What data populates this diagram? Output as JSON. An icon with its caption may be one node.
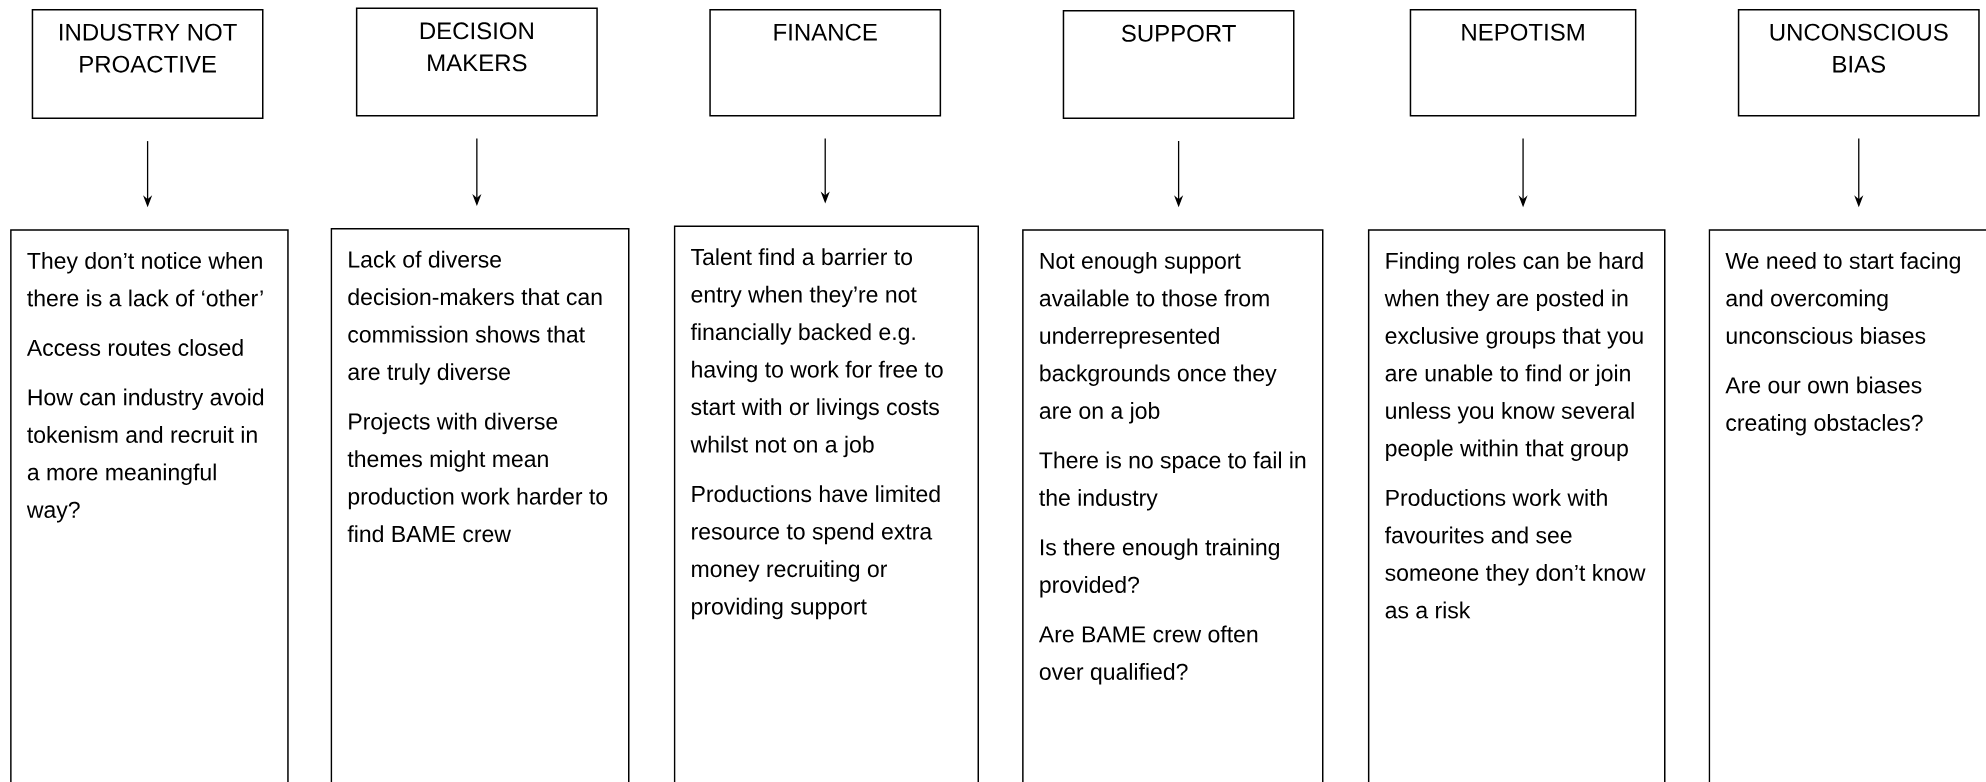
{
  "diagram": {
    "nodes": [
      {
        "text": [
          "INDUSTRY NOT PROACTIVE"
        ]
      },
      {
        "text": [
          "DECISION MAKERS"
        ]
      },
      {
        "text": [
          "FINANCE"
        ]
      },
      {
        "text": [
          "SUPPORT"
        ]
      },
      {
        "text": [
          "NEPOTISM"
        ]
      },
      {
        "text": [
          "UNCONSCIOUS BIAS"
        ]
      },
      {
        "text": [
          "They don’t notice when there is a lack of ‘other’",
          "Access routes closed",
          "How can industry avoid tokenism and recruit in a more meaningful way?"
        ]
      },
      {
        "text": [
          "Lack of diverse decision-makers that can commission shows that are truly diverse",
          "Projects with diverse themes might mean production work harder to find BAME crew"
        ]
      },
      {
        "text": [
          "Talent find a barrier to entry when they’re not financially backed e.g. having to work for free to start with or livings costs whilst not on a job",
          "Productions have limited resource to spend extra money recruiting or providing support"
        ]
      },
      {
        "text": [
          "Not enough support available to those from underrepresented backgrounds once they are on a job",
          "There is no space to fail in the industry",
          "Is there enough training provided?",
          "Are BAME crew often over qualified?"
        ]
      },
      {
        "text": [
          "Finding roles can be hard when they are posted in exclusive groups that you are unable to find or join unless you know several people within that group",
          "Productions work with favourites and see someone they don’t know as a risk"
        ]
      },
      {
        "text": [
          "We need to start facing and overcoming unconscious biases",
          "Are our own biases creating obstacles?"
        ]
      }
    ],
    "edges": [
      {
        "from": 0,
        "to": 6,
        "arrow": "to"
      },
      {
        "from": 1,
        "to": 7,
        "arrow": "to"
      },
      {
        "from": 2,
        "to": 8,
        "arrow": "to"
      },
      {
        "from": 3,
        "to": 9,
        "arrow": "to"
      },
      {
        "from": 4,
        "to": 10,
        "arrow": "to"
      },
      {
        "from": 5,
        "to": 11,
        "arrow": "to"
      }
    ]
  }
}
